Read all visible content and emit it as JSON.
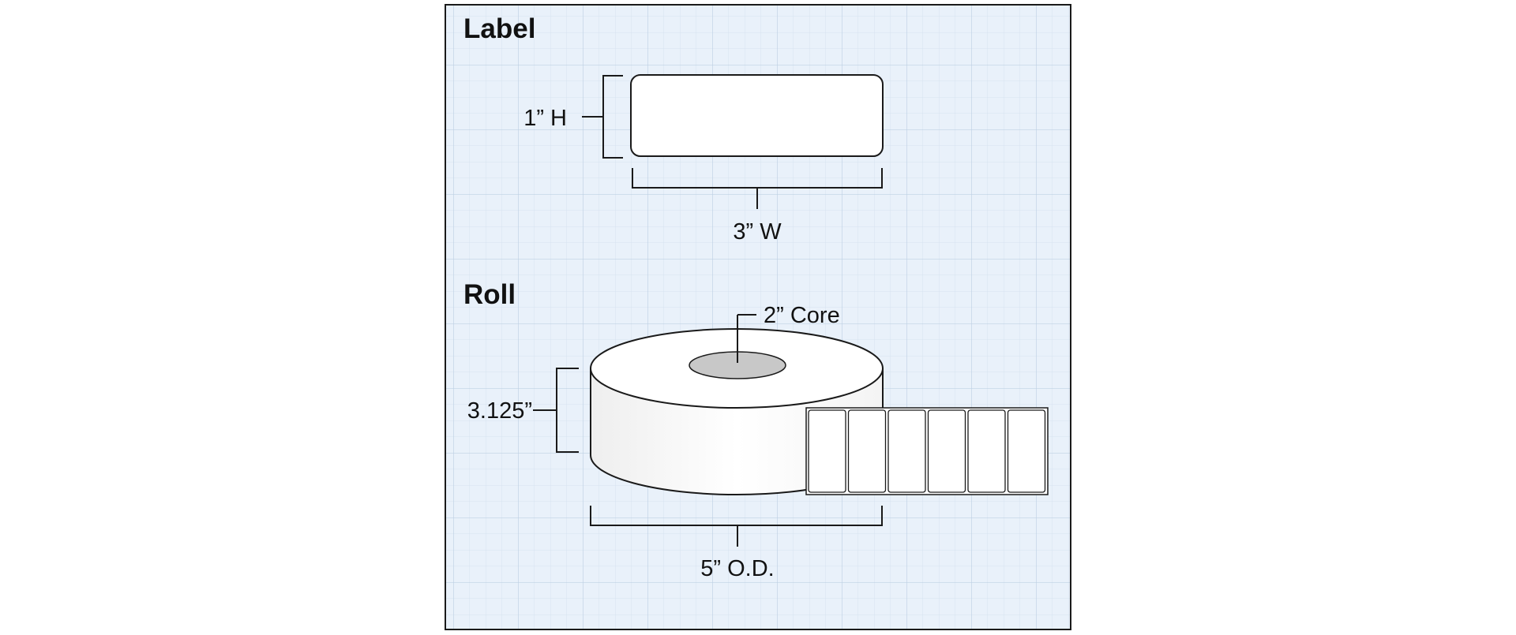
{
  "sections": {
    "label": {
      "heading": "Label"
    },
    "roll": {
      "heading": "Roll"
    }
  },
  "dimensions": {
    "label_height": "1” H",
    "label_width": "3” W",
    "roll_core": "2” Core",
    "roll_width": "3.125”",
    "roll_outer_diameter": "5” O.D."
  },
  "roll_labels_visible": 6,
  "colors": {
    "background": "#e9f1fa",
    "grid_line": "#c9d9ea",
    "frame": "#1a1a1a",
    "label_fill": "#ffffff",
    "core_fill": "#c8c8c8"
  }
}
